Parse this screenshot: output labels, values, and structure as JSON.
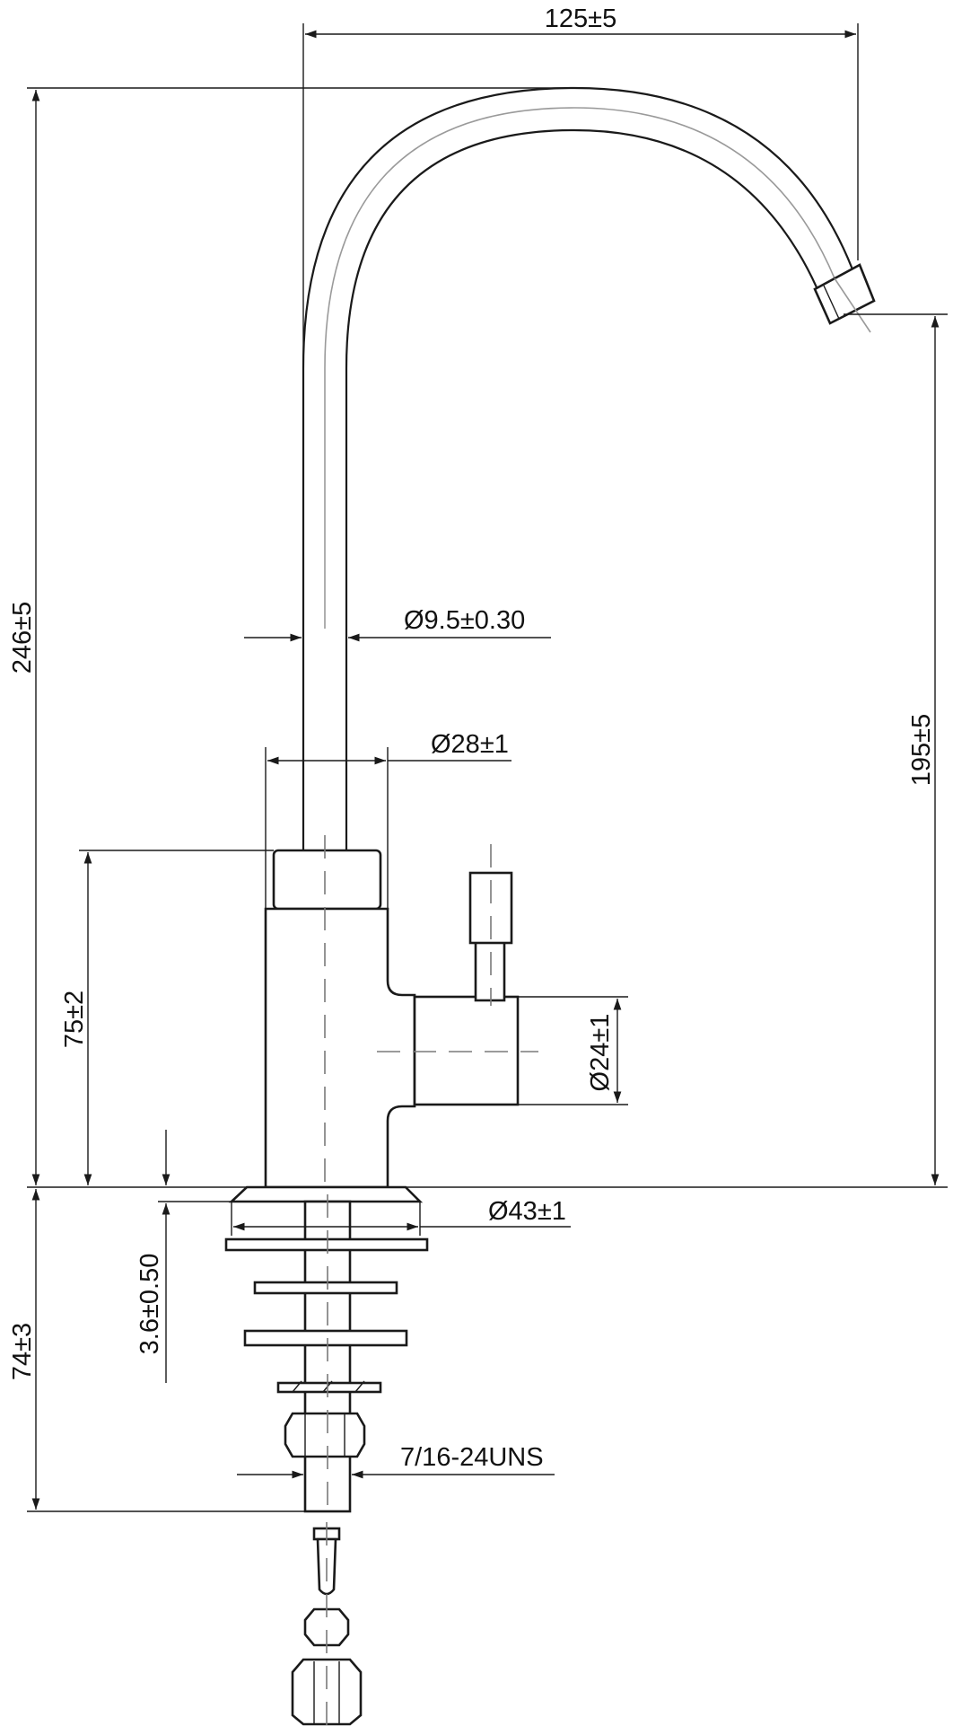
{
  "dimensions": {
    "spout_reach": "125±5",
    "total_height": "246±5",
    "spout_outlet_height": "195±5",
    "tube_diameter": "Ø9.5±0.30",
    "body_diameter": "Ø28±1",
    "body_height": "75±2",
    "handle_hub_diameter": "Ø24±1",
    "base_diameter": "Ø43±1",
    "base_plate_thickness": "3.6±0.50",
    "shank_length": "74±3",
    "thread_spec": "7/16-24UNS"
  },
  "colors": {
    "line": "#1a1a1a",
    "centerline": "#7a7a7a",
    "background": "#ffffff"
  }
}
